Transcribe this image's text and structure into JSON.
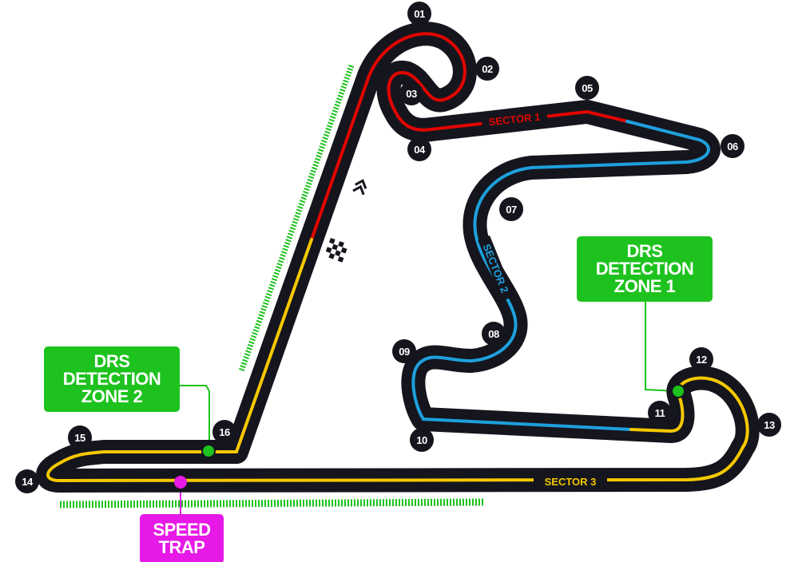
{
  "circuit": {
    "corners": [
      "01",
      "02",
      "03",
      "04",
      "05",
      "06",
      "07",
      "08",
      "09",
      "10",
      "11",
      "12",
      "13",
      "14",
      "15",
      "16"
    ],
    "sectors": [
      {
        "label": "SECTOR 1",
        "color": "#e10600"
      },
      {
        "label": "SECTOR 2",
        "color": "#1ea0dc"
      },
      {
        "label": "SECTOR 3",
        "color": "#f5c800"
      }
    ],
    "track_color": "#15151e",
    "drs_color": "#1ec21e",
    "speed_trap_color": "#e619e6"
  },
  "callouts": {
    "drs1": {
      "line1": "DRS",
      "line2": "DETECTION",
      "line3": "ZONE 1"
    },
    "drs2": {
      "line1": "DRS",
      "line2": "DETECTION",
      "line3": "ZONE 2"
    },
    "speed_trap": {
      "line1": "SPEED",
      "line2": "TRAP"
    }
  },
  "icons": [
    "start-finish-flag-icon",
    "direction-chevron-icon"
  ]
}
